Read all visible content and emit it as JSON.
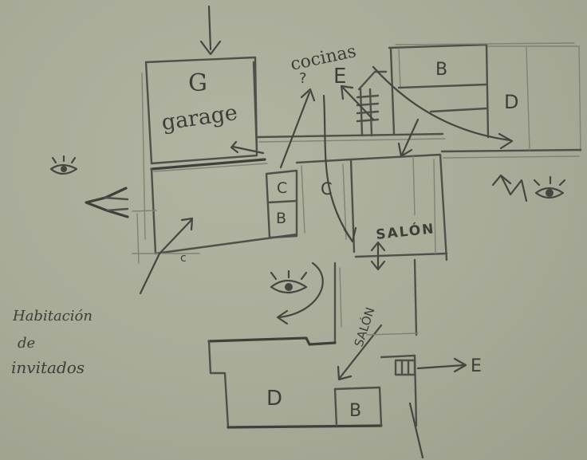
{
  "labels": {
    "garage_letter": "G",
    "garage_word": "garage",
    "cocinas": "cocinas",
    "kitchen_letter": "E",
    "question_mark": "?",
    "bath_b_top": "B",
    "dormitorio_right": "D",
    "closet_c_small": "C",
    "bath_b_small": "B",
    "corridor_c": "C",
    "salon_right": "SALÓN",
    "salon_rotated": "SALÓN",
    "habitacion_line1": "Habitación",
    "habitacion_line2": "de",
    "habitacion_line3": "invitados",
    "dormitorio_bottom": "D",
    "bath_b_bottom": "B",
    "exit_e": "E"
  },
  "icons": [
    "eye-icon-left",
    "eye-icon-right",
    "eye-icon-center",
    "arrow-west-icon",
    "zigzag-arrow-icon",
    "stairs-icon"
  ],
  "colors": {
    "paper": "#a7ab98",
    "pencil": "#45463f"
  }
}
